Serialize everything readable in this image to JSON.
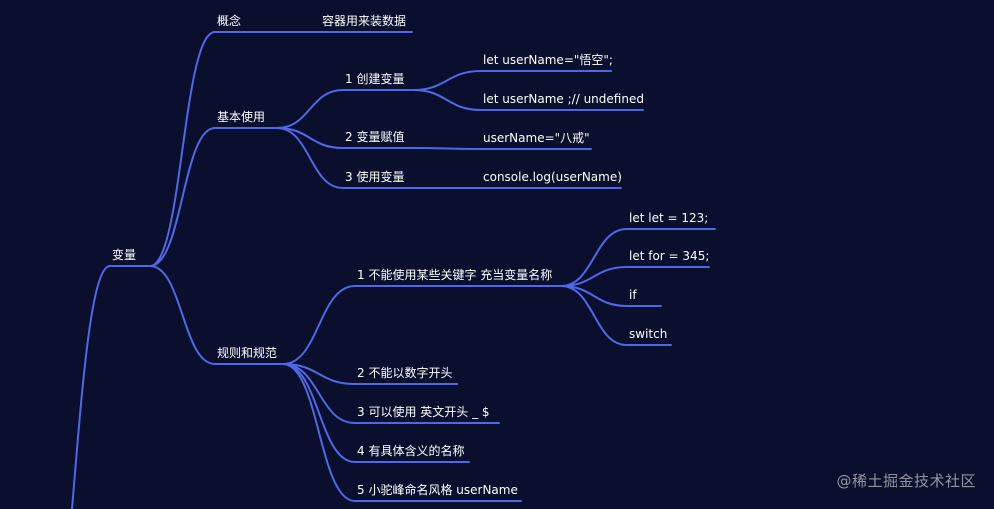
{
  "mindmap": {
    "root": {
      "label": "变量",
      "children": [
        {
          "label": "概念",
          "children": [
            {
              "label": "容器用来装数据",
              "children": []
            }
          ]
        },
        {
          "label": "基本使用",
          "children": [
            {
              "label": "1 创建变量",
              "children": [
                {
                  "label": "let userName=\"悟空\";",
                  "children": []
                },
                {
                  "label": "let userName ;// undefined",
                  "children": []
                }
              ]
            },
            {
              "label": "2 变量赋值",
              "children": [
                {
                  "label": "userName=\"八戒\"",
                  "children": []
                }
              ]
            },
            {
              "label": "3 使用变量",
              "children": [
                {
                  "label": "console.log(userName)",
                  "children": []
                }
              ]
            }
          ]
        },
        {
          "label": "规则和规范",
          "children": [
            {
              "label": "1 不能使用某些关键字 充当变量名称",
              "children": [
                {
                  "label": "let let = 123;",
                  "children": []
                },
                {
                  "label": "let for = 345;",
                  "children": []
                },
                {
                  "label": "if",
                  "children": []
                },
                {
                  "label": "switch",
                  "children": []
                }
              ]
            },
            {
              "label": "2 不能以数字开头",
              "children": []
            },
            {
              "label": "3 可以使用 英文开头 _  $",
              "children": []
            },
            {
              "label": "4 有具体含义的名称",
              "children": []
            },
            {
              "label": "5 小驼峰命名风格  userName",
              "children": []
            }
          ]
        }
      ]
    }
  },
  "watermark": {
    "text": "@稀土掘金技术社区"
  },
  "colors": {
    "background": "#0a0f2e",
    "edge": "#4f68e8",
    "text": "#ffffff"
  }
}
